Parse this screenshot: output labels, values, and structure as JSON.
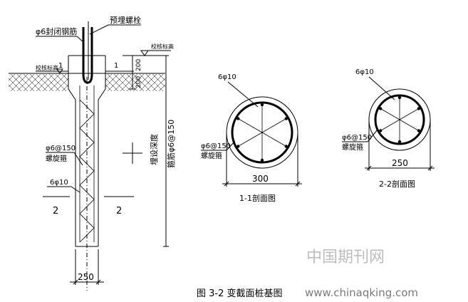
{
  "labels": {
    "closed_bar": "φ6封闭钢筋",
    "embedded_bolt": "预埋螺栓",
    "check_elev_right": "校核标高",
    "check_elev_left": "校核标高",
    "mark_1_left": "1",
    "mark_1_right": "1",
    "dim_200_a": "200",
    "dim_200_b": "200",
    "embed_depth": "埋设深度",
    "stirrup_len": "箍筋φ6@150",
    "spiral_spec_left": "φ6@150",
    "spiral_name_left": "螺旋箍",
    "long_bar_left": "6φ10",
    "mark_2_left": "2",
    "mark_2_right": "2",
    "dim_250_bottom": "250"
  },
  "section_1": {
    "bar_label": "6φ10",
    "spiral_spec": "φ6@150",
    "spiral_name": "螺旋箍",
    "diameter": "300",
    "title": "1-1剖面图"
  },
  "section_2": {
    "bar_label": "6φ10",
    "spiral_spec": "φ6@150",
    "spiral_name": "螺旋箍",
    "diameter": "250",
    "title": "2-2剖面图"
  },
  "watermark": "中国期刊网",
  "caption": "图 3-2 变截面桩基图",
  "site_url": "www.chinaqking.com"
}
